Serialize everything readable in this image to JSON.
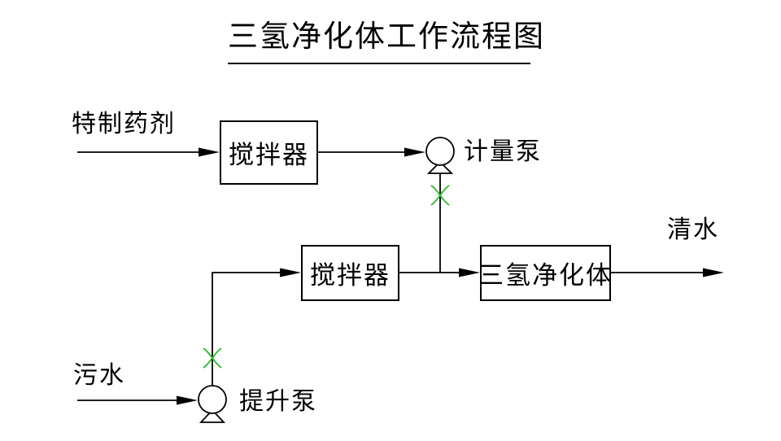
{
  "title": "三氢净化体工作流程图",
  "nodes": {
    "special_agent": "特制药剂",
    "mixer_top": "搅拌器",
    "metering_pump": "计量泵",
    "mixer_main": "搅拌器",
    "purifier": "三氢净化体",
    "clean_water": "清水",
    "sewage": "污水",
    "lift_pump": "提升泵"
  },
  "colors": {
    "line": "#000000",
    "valve_accent": "#2db82d",
    "background": "#ffffff"
  }
}
